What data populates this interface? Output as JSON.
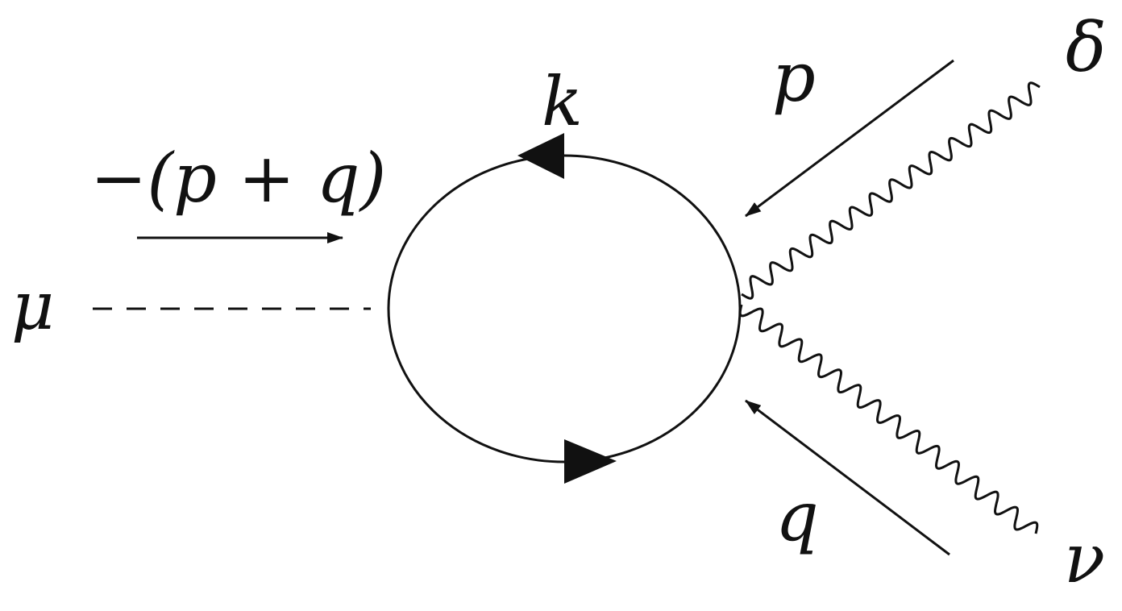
{
  "diagram": {
    "labels": {
      "external_mu": "μ",
      "incoming_momentum": "−(p + q)",
      "loop_momentum": "k",
      "momentum_p": "p",
      "momentum_q": "q",
      "external_delta": "δ",
      "external_nu": "ν"
    },
    "colors": {
      "ink": "#111111",
      "background": "#ffffff"
    }
  }
}
